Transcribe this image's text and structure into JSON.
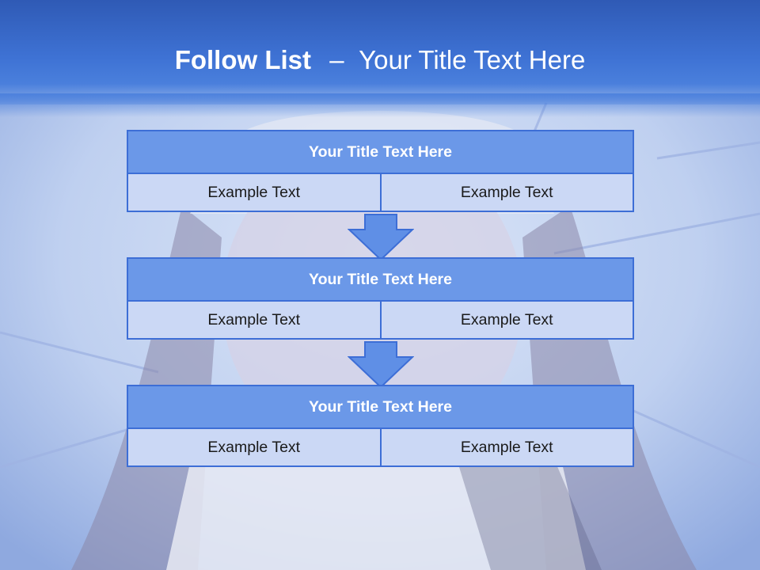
{
  "header": {
    "title_bold": "Follow List",
    "title_dash": "–",
    "title_rest": "Your Title Text Here"
  },
  "blocks": [
    {
      "title": "Your Title Text Here",
      "left": "Example Text",
      "right": "Example Text"
    },
    {
      "title": "Your Title Text Here",
      "left": "Example Text",
      "right": "Example Text"
    },
    {
      "title": "Your Title Text Here",
      "left": "Example Text",
      "right": "Example Text"
    }
  ],
  "icons": [
    "down-arrow-icon",
    "down-arrow-icon"
  ],
  "colors": {
    "header": "#3e72d4",
    "block_title_fill": "#6b98e8",
    "cell_fill": "#cbd8f5",
    "border": "#3d6ed6",
    "arrow_fill": "#5f8fe6"
  }
}
